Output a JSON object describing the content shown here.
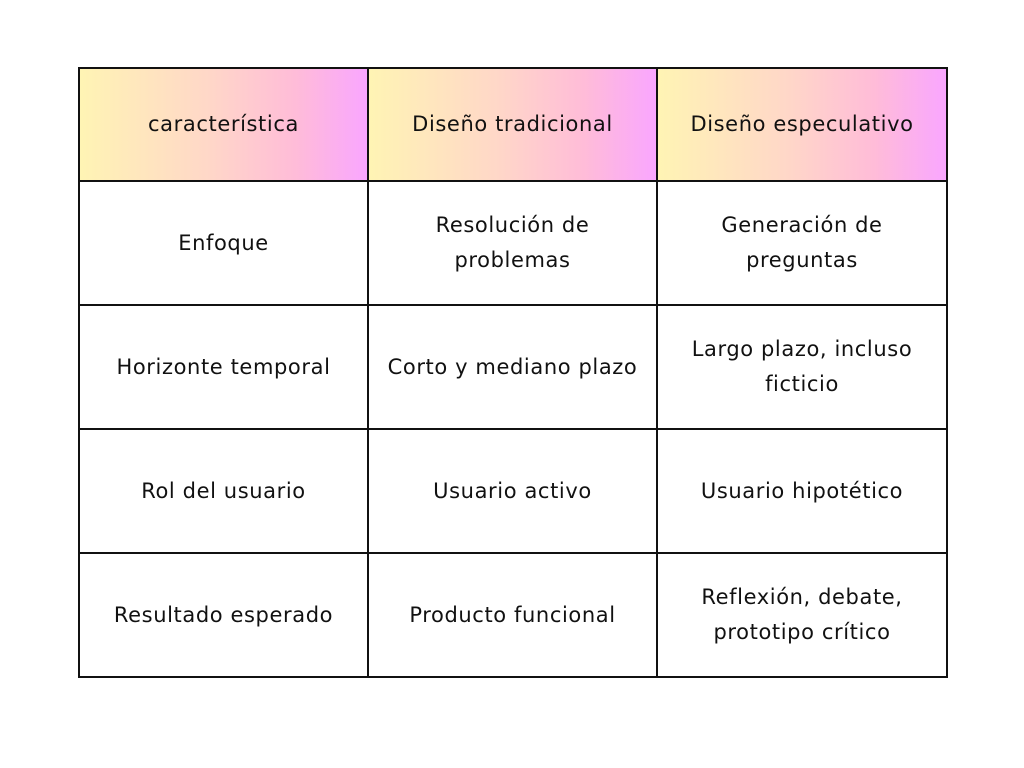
{
  "table": {
    "headers": [
      "característica",
      "Diseño tradicional",
      "Diseño especulativo"
    ],
    "rows": [
      [
        "Enfoque",
        "Resolución de problemas",
        "Generación de preguntas"
      ],
      [
        "Horizonte temporal",
        "Corto y mediano plazo",
        "Largo plazo, incluso ficticio"
      ],
      [
        "Rol del usuario",
        "Usuario activo",
        "Usuario hipotético"
      ],
      [
        "Resultado esperado",
        "Producto funcional",
        "Reflexión, debate, prototipo crítico"
      ]
    ]
  },
  "colors": {
    "header_gradient_start": "#fff4b4",
    "header_gradient_end": "#f9a6ff",
    "border": "#111111",
    "text": "#111111",
    "background": "#ffffff"
  }
}
